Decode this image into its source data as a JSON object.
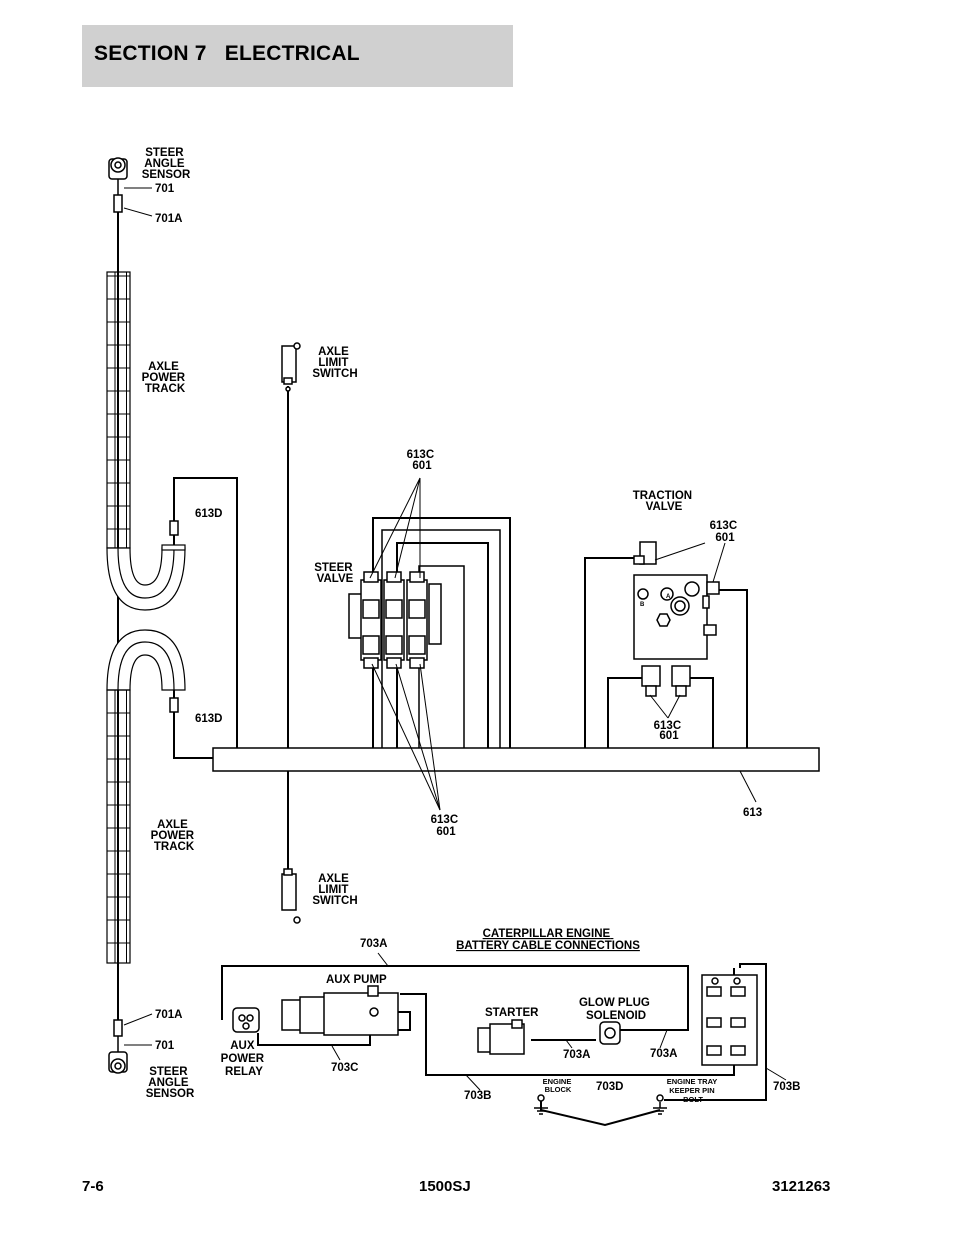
{
  "header": {
    "title": "SECTION 7   ELECTRICAL"
  },
  "labels": {
    "steer_angle_sensor_top": [
      "STEER",
      "ANGLE",
      "SENSOR"
    ],
    "wire_701_top": "701",
    "wire_701a_top": "701A",
    "axle_power_track_top": [
      "AXLE",
      "POWER",
      "TRACK"
    ],
    "axle_limit_switch_top": [
      "AXLE",
      "LIMIT",
      "SWITCH"
    ],
    "wire_613d_top": "613D",
    "steer_valve_wire_top": [
      "613C",
      "601"
    ],
    "steer_valve": [
      "STEER",
      "VALVE"
    ],
    "traction_valve": [
      "TRACTION",
      "VALVE"
    ],
    "traction_valve_wire_top": [
      "613C",
      "601"
    ],
    "traction_valve_wire_bottom": [
      "613C",
      "601"
    ],
    "wire_613d_bottom": "613D",
    "harness_613": "613",
    "steer_valve_wire_bottom": [
      "613C",
      "601"
    ],
    "axle_power_track_bottom": [
      "AXLE",
      "POWER",
      "TRACK"
    ],
    "axle_limit_switch_bottom": [
      "AXLE",
      "LIMIT",
      "SWITCH"
    ],
    "battery_cable_title": [
      "CATERPILLAR ENGINE",
      "BATTERY CABLE CONNECTIONS"
    ],
    "wire_703a_top": "703A",
    "aux_pump": "AUX PUMP",
    "starter": "STARTER",
    "glow_plug_solenoid": [
      "GLOW PLUG",
      "SOLENOID"
    ],
    "wire_701a_bottom": "701A",
    "wire_701_bottom": "701",
    "aux_power_relay": [
      "AUX",
      "POWER",
      "RELAY"
    ],
    "wire_703c": "703C",
    "wire_703a_left": "703A",
    "wire_703a_right": "703A",
    "steer_angle_sensor_bottom": [
      "STEER",
      "ANGLE",
      "SENSOR"
    ],
    "engine_block": [
      "ENGINE",
      "BLOCK"
    ],
    "wire_703d": "703D",
    "engine_tray_keeper": [
      "ENGINE TRAY",
      "KEEPER PIN",
      "BOLT"
    ],
    "wire_703b_left": "703B",
    "wire_703b_right": "703B",
    "valve_mark_a": "A",
    "valve_mark_b": "B"
  },
  "footer": {
    "page": "7-6",
    "model": "1500SJ",
    "doc_number": "3121263"
  }
}
